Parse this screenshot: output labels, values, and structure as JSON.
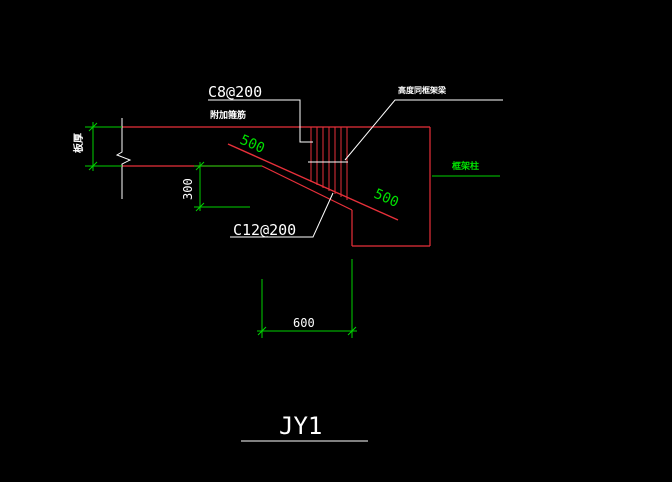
{
  "colors": {
    "background": "#000000",
    "concrete": "#e8303a",
    "rebar": "#e8303a",
    "dimension": "#00d200",
    "leader": "#ffffff",
    "text": "#ffffff",
    "green_text": "#00e000"
  },
  "labels": {
    "stirrup_spec": "C8@200",
    "stirrup_note": "附加箍筋",
    "haunch_spec": "C12@200",
    "top_right_note": "高度同框架梁",
    "right_note": "框架柱",
    "left_note": "板厚",
    "dim_haunch_upper": "500",
    "dim_haunch_lower": "500",
    "dim_vertical": "300",
    "dim_horizontal": "600",
    "drawing_title": "JY1"
  }
}
